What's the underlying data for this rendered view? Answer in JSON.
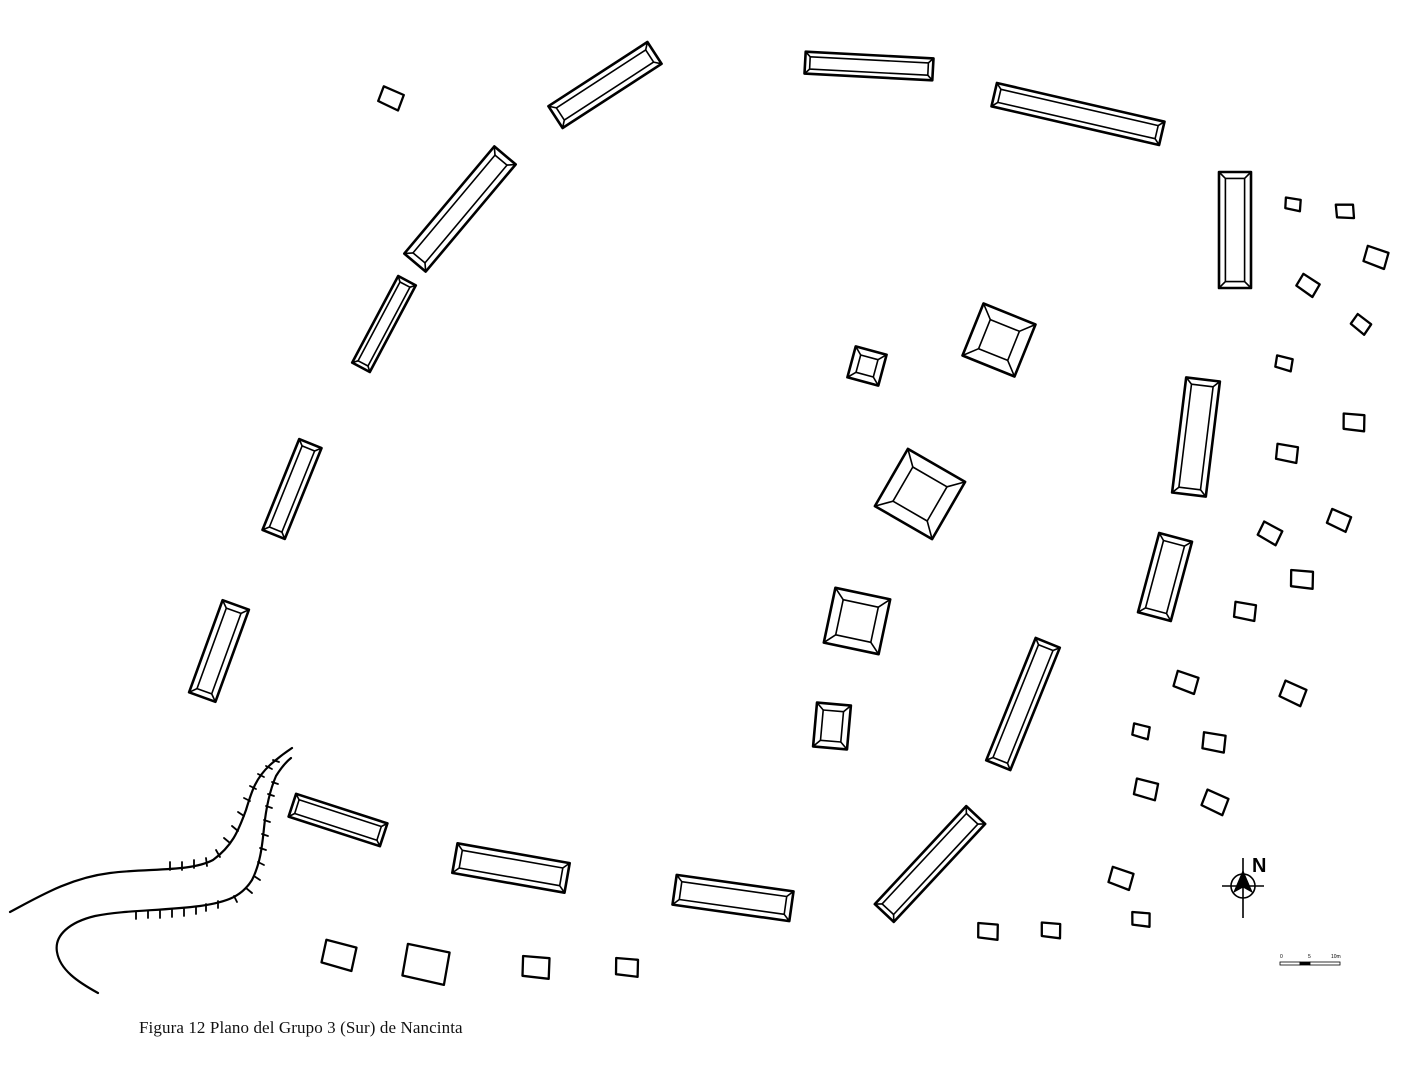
{
  "figure": {
    "caption": "Figura 12 Plano del Grupo 3 (Sur) de Nancinta"
  },
  "north_arrow": {
    "label": "N"
  },
  "scale_bar": {
    "labels": [
      "0",
      "5",
      "10m"
    ]
  },
  "colors": {
    "ink": "#000000",
    "paper": "#ffffff"
  }
}
